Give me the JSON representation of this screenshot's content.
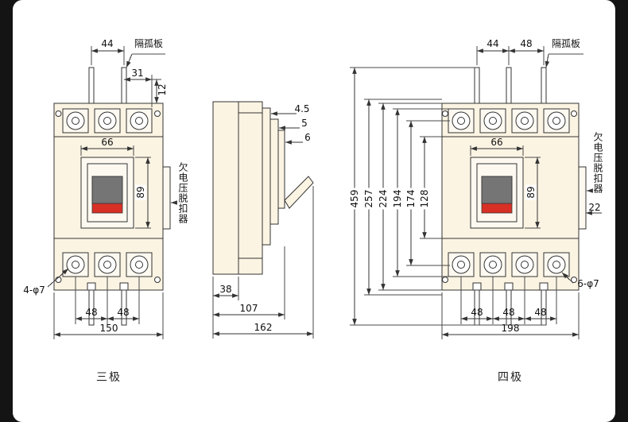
{
  "drawing": {
    "line_color": "#333333",
    "body_fill": "#fcf4e3",
    "handle_fill": "#757575",
    "red_band": "#d83026"
  },
  "three_pole": {
    "caption": "三极",
    "arc_barrier_label": "隔孤板",
    "undervoltage_label": "欠电压脱扣器",
    "holes_label": "4-φ7",
    "dim_44": "44",
    "dim_31": "31",
    "dim_12": "12",
    "dim_66": "66",
    "dim_89": "89",
    "dim_48_1": "48",
    "dim_48_2": "48",
    "dim_150": "150"
  },
  "side_view": {
    "dim_4_5": "4.5",
    "dim_5": "5",
    "dim_6": "6",
    "dim_38": "38",
    "dim_107": "107",
    "dim_162": "162"
  },
  "four_pole": {
    "caption": "四极",
    "arc_barrier_label": "隔孤板",
    "undervoltage_label": "欠电压脱扣器",
    "holes_label": "6-φ7",
    "dim_44": "44",
    "dim_48_top": "48",
    "dim_66": "66",
    "dim_89": "89",
    "dim_22": "22",
    "dim_459": "459",
    "dim_257": "257",
    "dim_224": "224",
    "dim_194": "194",
    "dim_174": "174",
    "dim_128": "128",
    "dim_48_1": "48",
    "dim_48_2": "48",
    "dim_48_3": "48",
    "dim_198": "198"
  }
}
